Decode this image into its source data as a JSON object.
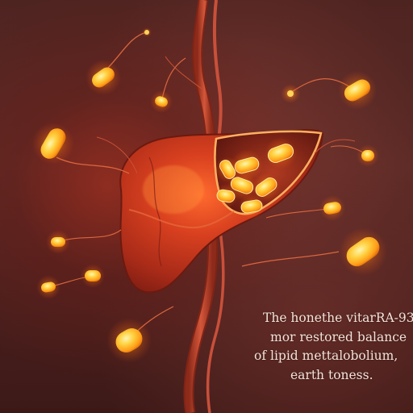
{
  "image": {
    "subject": "liver-with-glowing-capsules",
    "palette": {
      "background": "#4e2421",
      "liver": "#b8321c",
      "capsule_glow": "#ffb21a",
      "vessel": "#c64a2f",
      "caption_text": "#f3e2d9"
    }
  },
  "caption": {
    "line1": "The honethe vitarRA-93",
    "line2": "mor restored balance",
    "line3": "of lipid mettalobolium,",
    "line4": "earth toness."
  }
}
